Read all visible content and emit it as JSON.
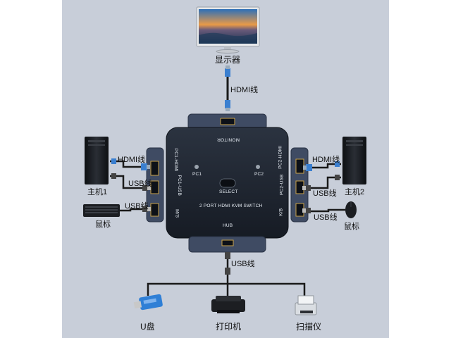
{
  "devices": {
    "monitor": "显示器",
    "pc1": "主机1",
    "pc2": "主机2",
    "keyboard": "鼠标",
    "mouse": "鼠标",
    "udisk": "U盘",
    "printer": "打印机",
    "scanner": "扫描仪"
  },
  "cables": {
    "top_hdmi": "HDMI线",
    "pc1_hdmi": "HDMI线",
    "pc1_usb": "USB线",
    "kb_usb": "USB线",
    "pc2_hdmi": "HDMI线",
    "pc2_usb": "USB线",
    "mouse_usb": "USB线",
    "hub_usb": "USB线"
  },
  "switch": {
    "monitor_port": "MONITOR",
    "pc1_hdmi": "PC1-HDMI",
    "pc1_usb": "PC1-USB",
    "ms": "M/S",
    "pc2_hdmi": "PC2-HDMI",
    "pc2_usb": "PC2-USB",
    "kb": "K/B",
    "led_pc1": "PC1",
    "led_pc2": "PC2",
    "select": "SELECT",
    "model": "2 PORT HDMI  KVM  SWITCH",
    "hub": "HUB"
  },
  "colors": {
    "panel_bg": "#c8ced9",
    "switch_body": "#1f2530",
    "cable": "#1a1a1a",
    "connector_blue": "#3a7fd0"
  }
}
